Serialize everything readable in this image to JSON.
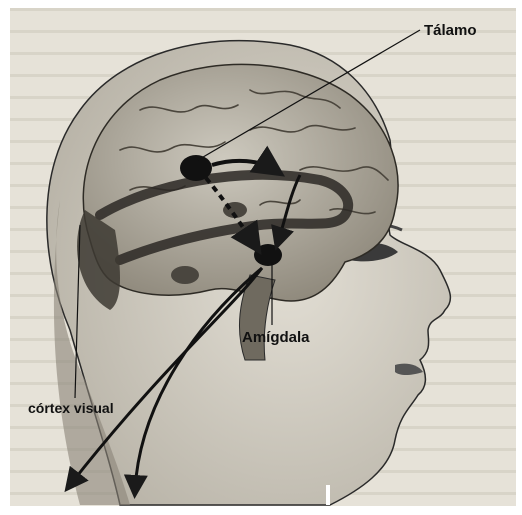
{
  "labels": {
    "talamo": "Tálamo",
    "amigdala": "Amígdala",
    "cortex_visual": "córtex visual"
  },
  "colors": {
    "paper": "#e6e2d8",
    "ink": "#111111",
    "brain": "#b8b3a6",
    "skin": "#dcd8cd"
  }
}
